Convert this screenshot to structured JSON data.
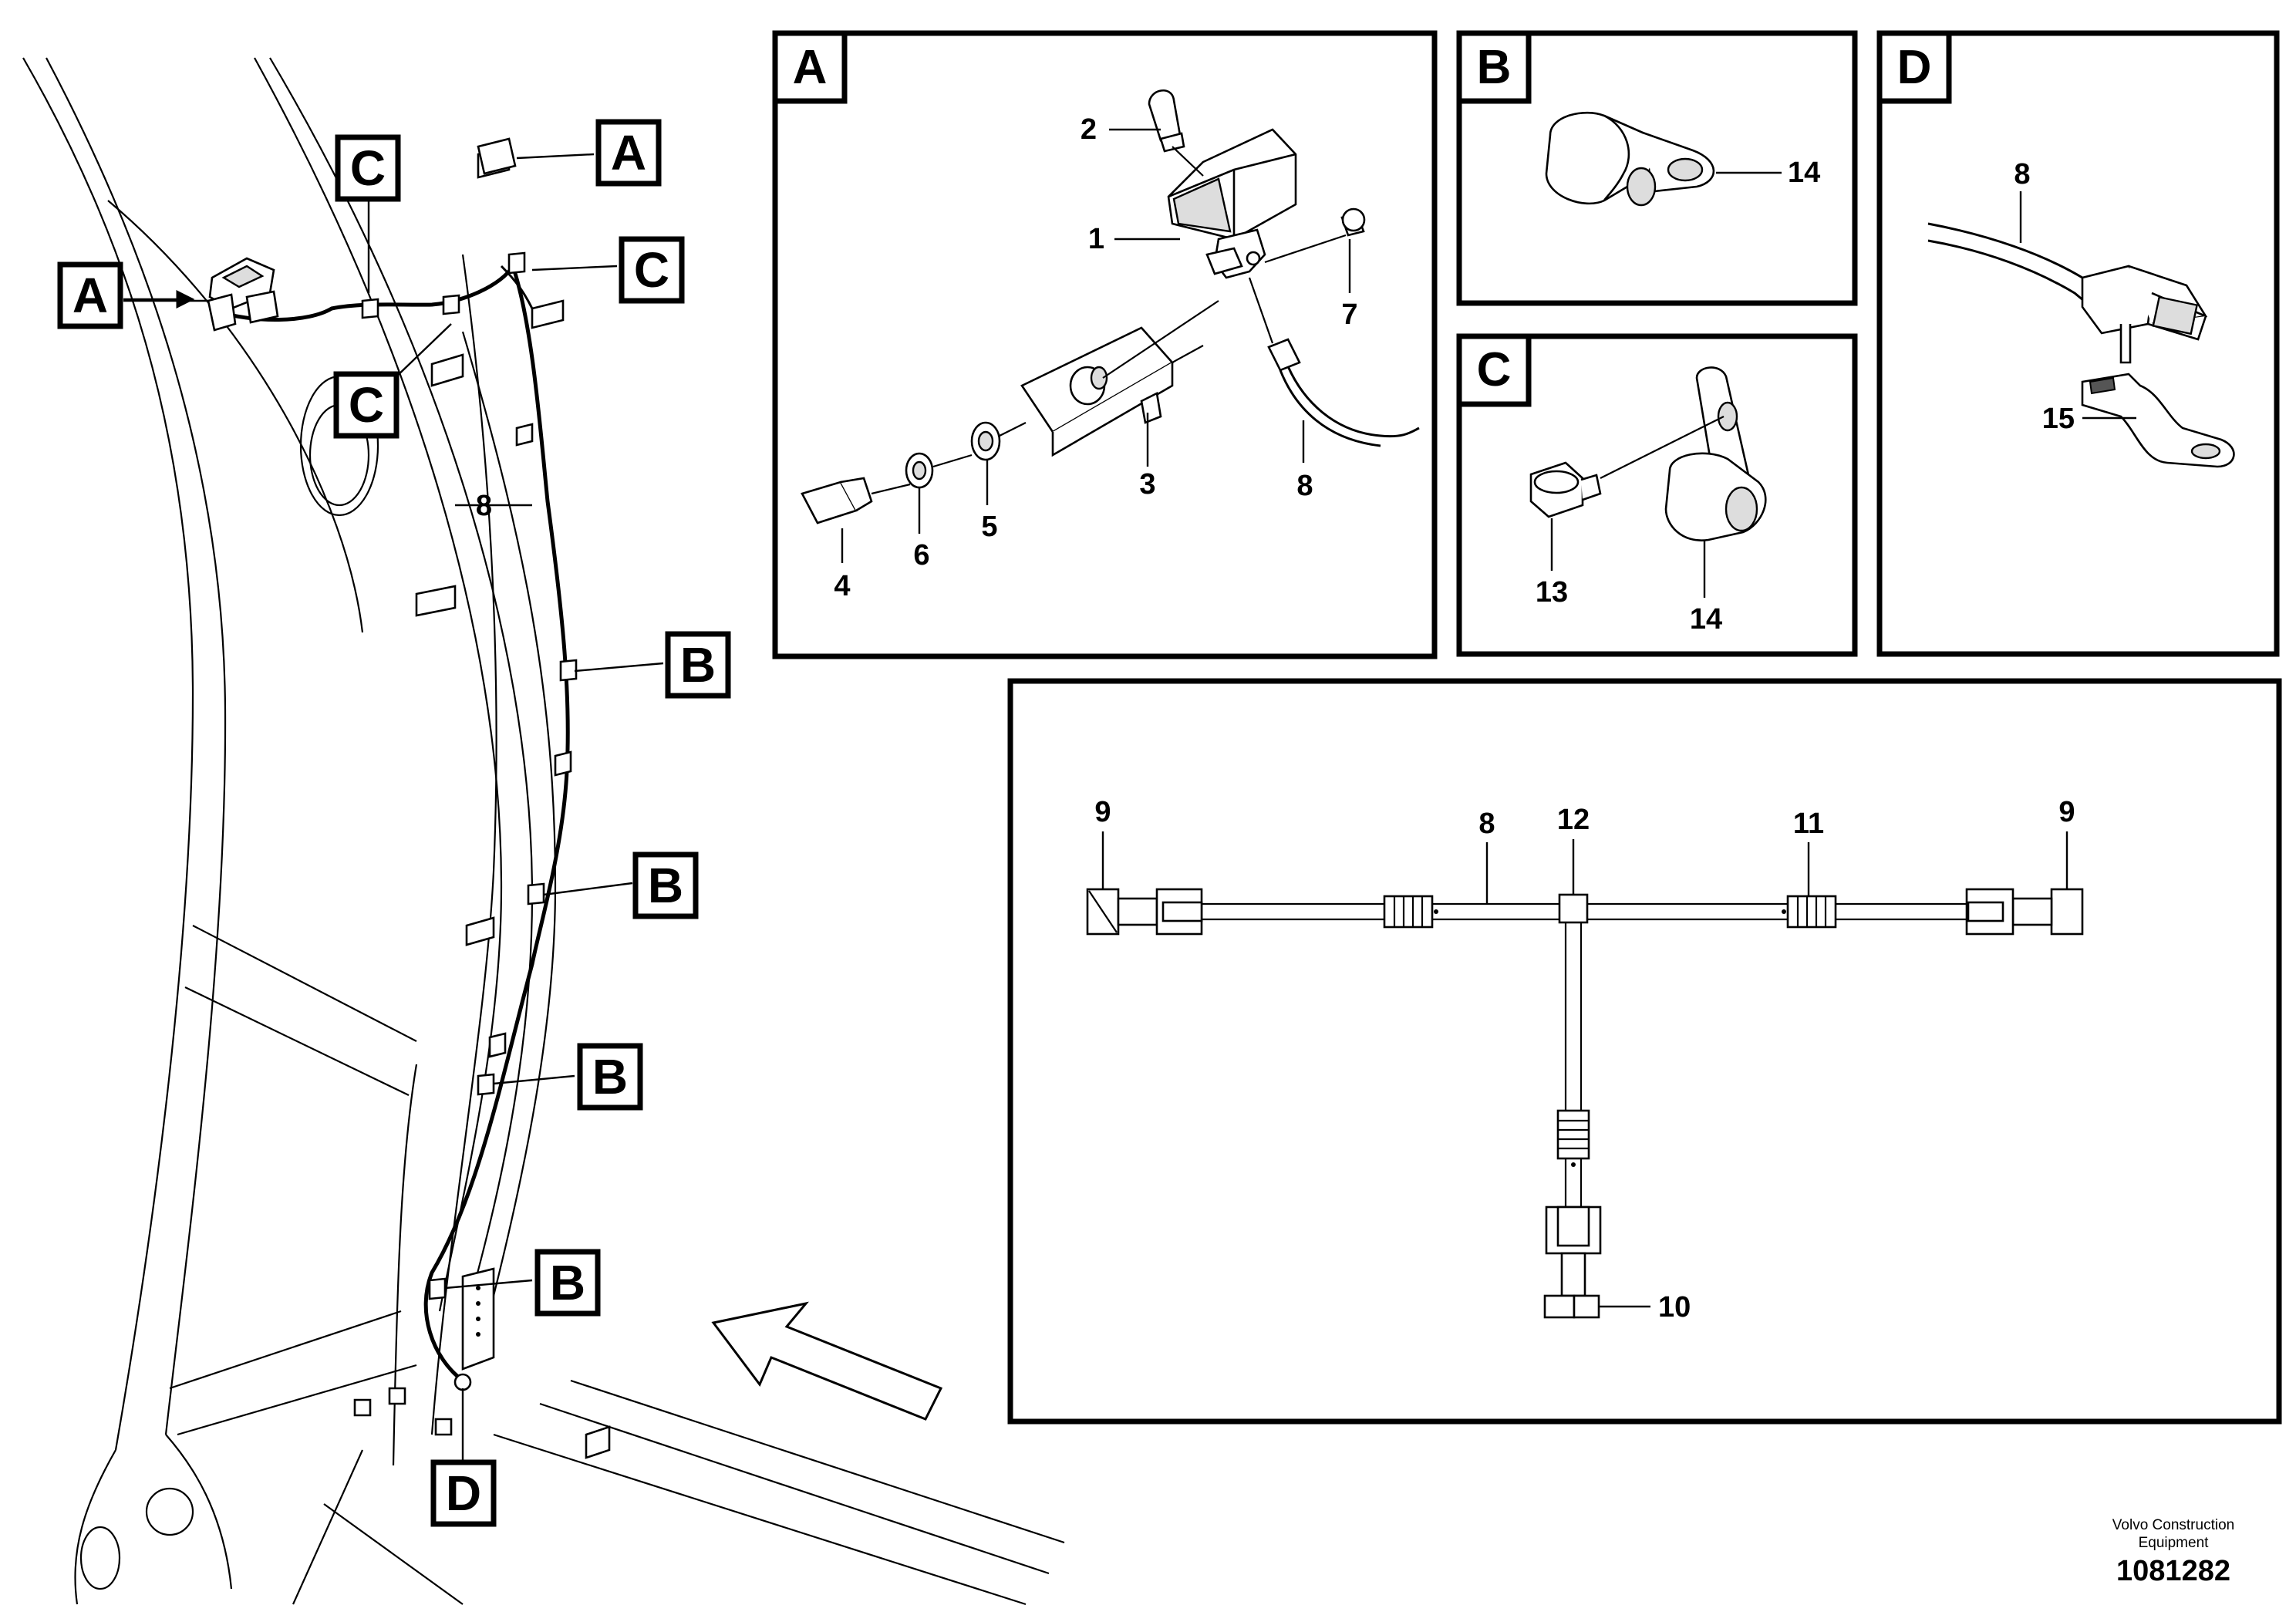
{
  "view_tags": {
    "a": "A",
    "b": "B",
    "c": "C",
    "d": "D"
  },
  "part_numbers": [
    "1",
    "2",
    "3",
    "4",
    "5",
    "6",
    "7",
    "8",
    "9",
    "10",
    "11",
    "12",
    "13",
    "14",
    "15"
  ],
  "footer": {
    "brand_line1": "Volvo Construction",
    "brand_line2": "Equipment",
    "document_number": "1081282"
  }
}
